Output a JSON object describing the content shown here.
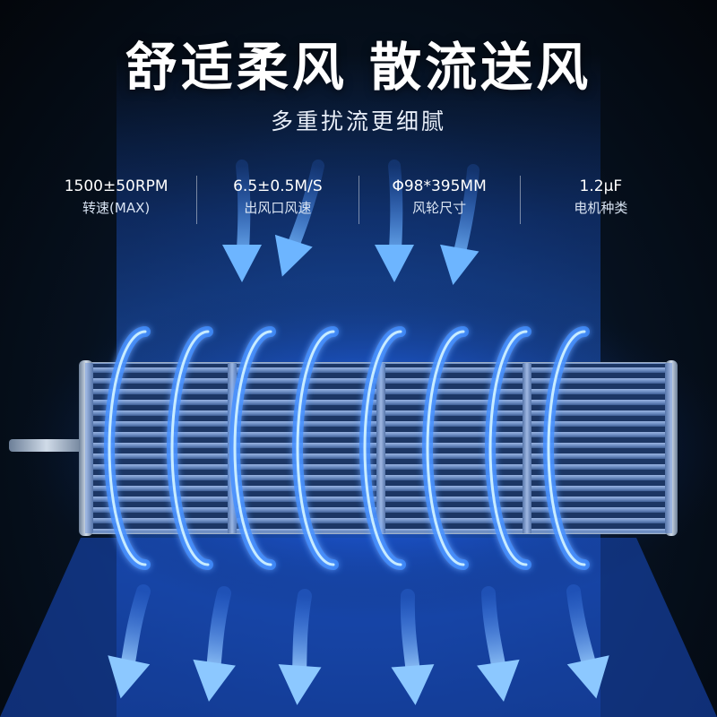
{
  "headline": "舒适柔风 散流送风",
  "subheadline": "多重扰流更细腻",
  "specs": [
    {
      "value": "1500±50RPM",
      "label": "转速(MAX)"
    },
    {
      "value": "6.5±0.5M/S",
      "label": "出风口风速"
    },
    {
      "value": "Φ98*395MM",
      "label": "风轮尺寸"
    },
    {
      "value": "1.2μF",
      "label": "电机种类"
    }
  ],
  "colors": {
    "background": "#05070d",
    "glow": "#2e7dff",
    "arrow": "#5aa8ff",
    "ring": "#7fd0ff"
  },
  "icons": [
    "down-arrow-icon",
    "airflow-ring-icon",
    "fan-wheel-icon"
  ]
}
